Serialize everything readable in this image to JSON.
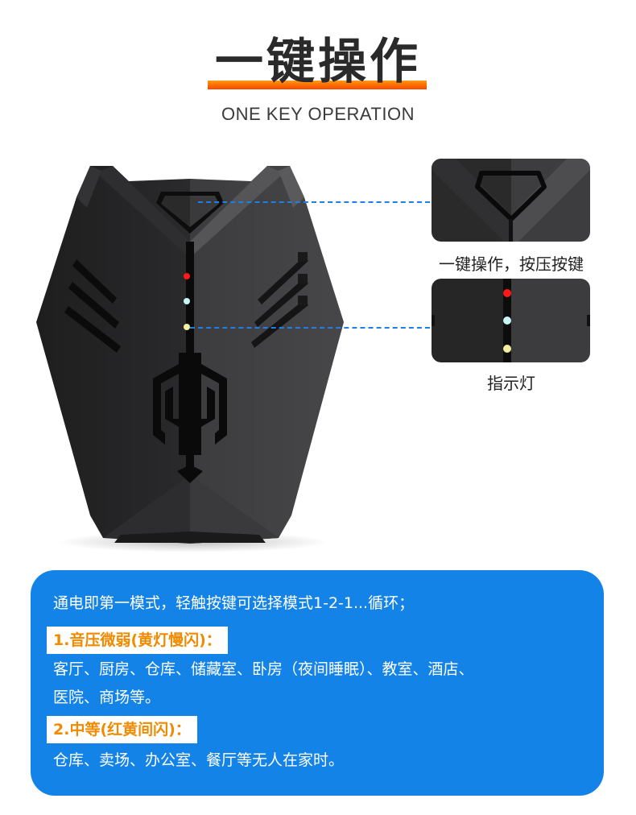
{
  "header": {
    "title": "一键操作",
    "subtitle": "ONE KEY OPERATION",
    "underline_colors": [
      "#ff9a1a",
      "#f24a00"
    ]
  },
  "product": {
    "name": "device-front-view",
    "indicator_leds": [
      {
        "name": "red",
        "color": "#ff1a1a"
      },
      {
        "name": "cyan",
        "color": "#c8f4f4"
      },
      {
        "name": "yellow",
        "color": "#f2f0a0"
      }
    ]
  },
  "callouts": [
    {
      "label": "一键操作，按压按键",
      "target": "button"
    },
    {
      "label": "指示灯",
      "target": "indicator-lights"
    }
  ],
  "info": {
    "intro": "通电即第一模式，轻触按键可选择模式1-2-1...循环；",
    "modes": [
      {
        "title": "1.音压微弱(黄灯慢闪)：",
        "lines": [
          "客厅、厨房、仓库、储藏室、卧房（夜间睡眠）、教室、酒店、",
          "医院、商场等。"
        ]
      },
      {
        "title": "2.中等(红黄间闪)：",
        "lines": [
          "仓库、卖场、办公室、餐厅等无人在家时。"
        ]
      }
    ],
    "colors": {
      "panel": "#1483e8",
      "tag_text": "#f08a00",
      "text": "#ffffff"
    }
  }
}
